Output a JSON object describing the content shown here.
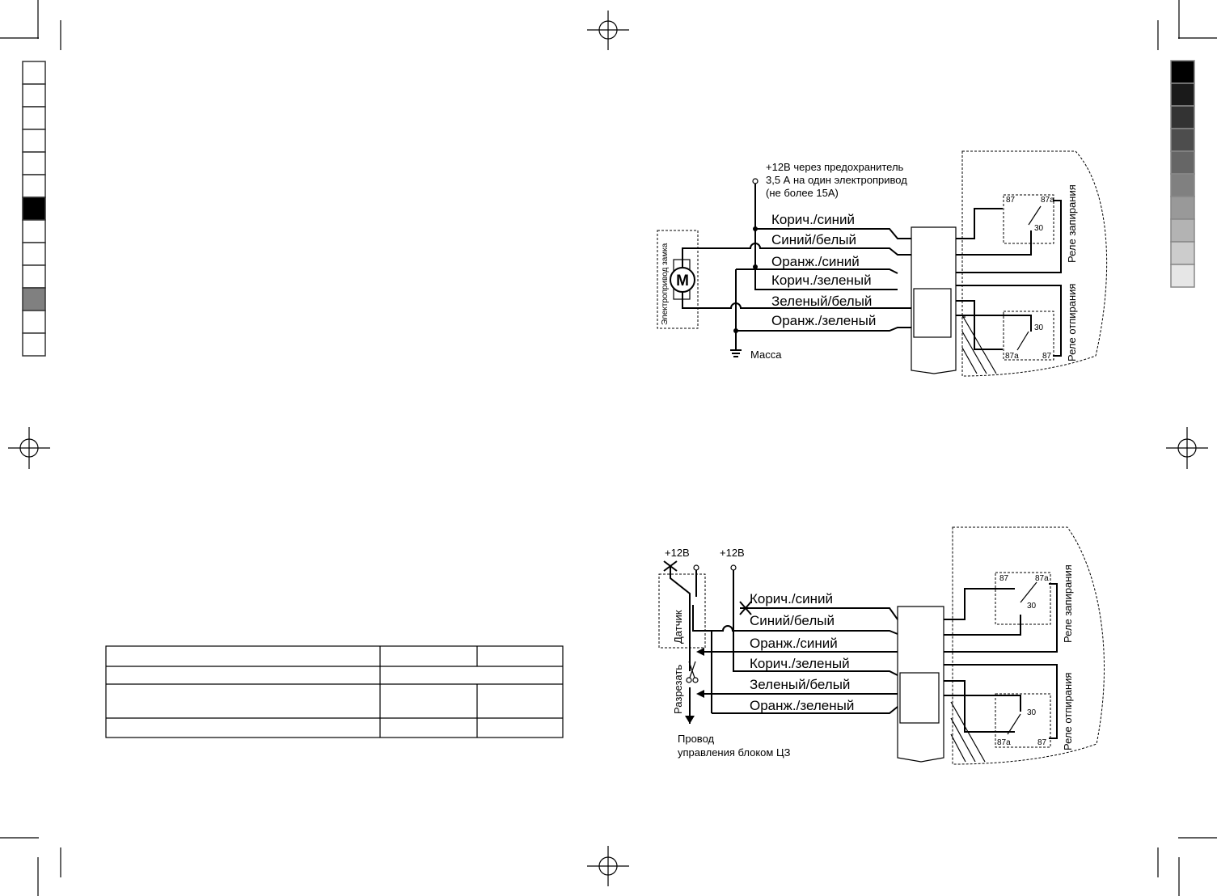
{
  "diagram1": {
    "power_note": [
      "+12В через предохранитель",
      "3,5 А на один электропривод",
      "(не более 15А)"
    ],
    "wires": [
      "Корич./синий",
      "Синий/белый",
      "Оранж./синий",
      "Корич./зеленый",
      "Зеленый/белый",
      "Оранж./зеленый"
    ],
    "actuator_label": "Электропривод замка",
    "motor_letter": "M",
    "ground_label": "Масса",
    "relay_lock": "Реле запирания",
    "relay_unlock": "Реле отпирания",
    "pins": {
      "p87": "87",
      "p87a": "87a",
      "p30": "30"
    }
  },
  "diagram2": {
    "power_a": "+12В",
    "power_b": "+12В",
    "sensor_label": "Датчик",
    "cut_label": "Разрезать",
    "wires": [
      "Корич./синий",
      "Синий/белый",
      "Оранж./синий",
      "Корич./зеленый",
      "Зеленый/белый",
      "Оранж./зеленый"
    ],
    "control_wire": [
      "Провод",
      "управления блоком ЦЗ"
    ],
    "relay_lock": "Реле запирания",
    "relay_unlock": "Реле отпирания",
    "pins": {
      "p87": "87",
      "p87a": "87a",
      "p30": "30"
    }
  },
  "swatches_left": [
    "#ffffff",
    "#ffffff",
    "#ffffff",
    "#ffffff",
    "#ffffff",
    "#ffffff",
    "#000000",
    "#ffffff",
    "#ffffff",
    "#ffffff",
    "#808080",
    "#ffffff",
    "#ffffff"
  ],
  "swatches_right": [
    "#000000",
    "#1a1a1a",
    "#333333",
    "#4d4d4d",
    "#666666",
    "#808080",
    "#999999",
    "#b3b3b3",
    "#cccccc",
    "#e6e6e6"
  ]
}
